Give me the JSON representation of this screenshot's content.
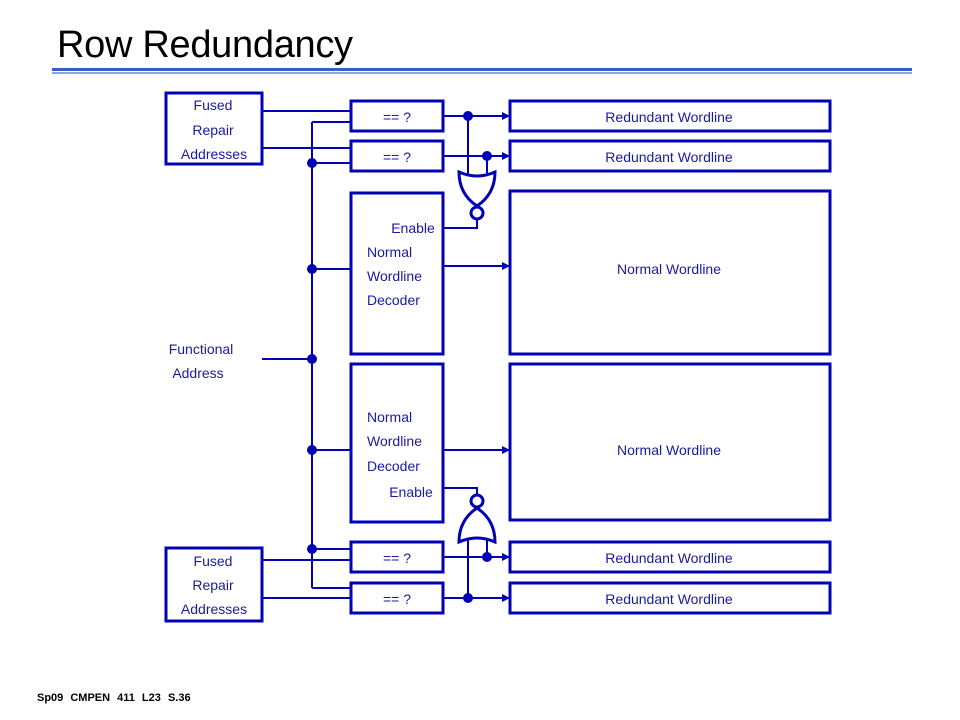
{
  "slide": {
    "title": "Row Redundancy",
    "footer": "Sp09 CMPEN 411 L23 S.36"
  },
  "diagram": {
    "fused_top": [
      "Fused",
      "Repair",
      "Addresses"
    ],
    "fused_bottom": [
      "Fused",
      "Repair",
      "Addresses"
    ],
    "functional_address": [
      "Functional",
      "Address"
    ],
    "compare_label": "== ?",
    "redundant_wordline": "Redundant  Wordline",
    "decoder_top": [
      "Enable",
      "Normal",
      "Wordline",
      "Decoder"
    ],
    "decoder_bottom": [
      "Normal",
      "Wordline",
      "Decoder",
      "Enable"
    ],
    "normal_wordline": "Normal  Wordline"
  },
  "colors": {
    "line": "#0000b4",
    "text": "#1a1aa0",
    "title_rule": "#3b5cc6"
  }
}
